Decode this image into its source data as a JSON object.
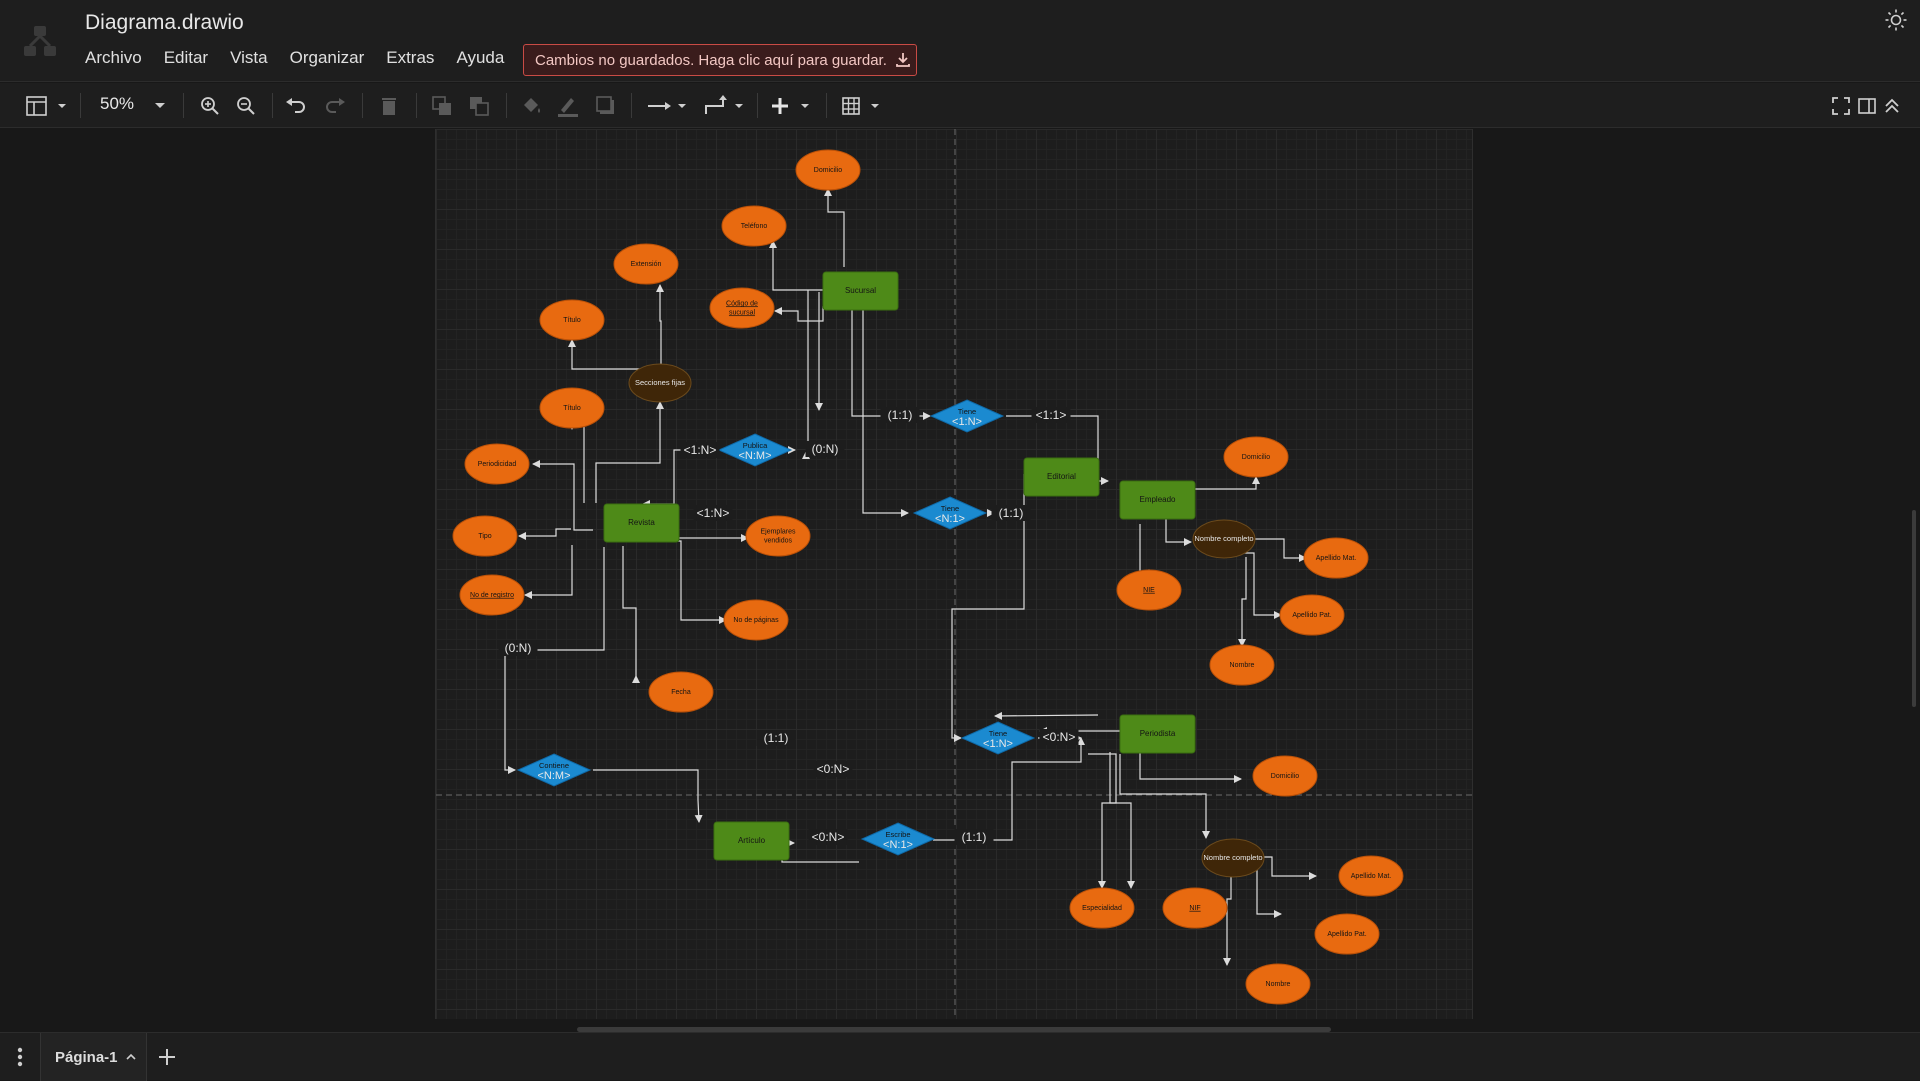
{
  "app": {
    "title": "Diagrama.drawio",
    "menu": [
      "Archivo",
      "Editar",
      "Vista",
      "Organizar",
      "Extras",
      "Ayuda"
    ],
    "save_banner": "Cambios no guardados. Haga clic aquí para guardar."
  },
  "toolbar": {
    "zoom": "50%",
    "icons": [
      "format-panel-icon",
      "zoom-in-icon",
      "zoom-out-icon",
      "undo-icon",
      "redo-icon",
      "delete-icon",
      "to-front-icon",
      "to-back-icon",
      "fill-color-icon",
      "line-color-icon",
      "shadow-icon",
      "connection-icon",
      "waypoints-icon",
      "insert-icon",
      "table-icon",
      "fullscreen-icon",
      "sidebar-icon",
      "collapse-icon"
    ]
  },
  "footer": {
    "page_tab": "Página-1"
  },
  "colors": {
    "entity": "#4e8a18",
    "attribute": "#e86a10",
    "composite": "#3f2608",
    "relation": "#1b8ad0",
    "edge": "#dcdcdc",
    "banner_border": "#c94b45"
  },
  "diagram": {
    "entities": [
      {
        "id": "sucursal",
        "label": "Sucursal"
      },
      {
        "id": "revista",
        "label": "Revista"
      },
      {
        "id": "editorial",
        "label": "Editorial"
      },
      {
        "id": "empleado",
        "label": "Empleado"
      },
      {
        "id": "periodista",
        "label": "Periodista"
      },
      {
        "id": "articulo",
        "label": "Artículo"
      }
    ],
    "attributes": [
      {
        "id": "suc_domicilio",
        "label": "Domicilio"
      },
      {
        "id": "suc_telefono",
        "label": "Teléfono"
      },
      {
        "id": "suc_codigo",
        "label": "Código de sucursal",
        "key": true
      },
      {
        "id": "sec_extension",
        "label": "Extensión"
      },
      {
        "id": "sec_titulo",
        "label": "Título"
      },
      {
        "id": "rev_titulo",
        "label": "Título"
      },
      {
        "id": "rev_periodicidad",
        "label": "Periodicidad"
      },
      {
        "id": "rev_tipo",
        "label": "Tipo"
      },
      {
        "id": "rev_registro",
        "label": "No de registro",
        "key": true
      },
      {
        "id": "rev_ejemplares",
        "label": "Ejemplares vendidos"
      },
      {
        "id": "rev_paginas",
        "label": "No de páginas"
      },
      {
        "id": "rev_fecha",
        "label": "Fecha"
      },
      {
        "id": "emp_domicilio",
        "label": "Domicilio"
      },
      {
        "id": "emp_nie",
        "label": "NIE",
        "key": true
      },
      {
        "id": "emp_apmat",
        "label": "Apellido Mat."
      },
      {
        "id": "emp_appat",
        "label": "Apellido Pat."
      },
      {
        "id": "emp_nombre",
        "label": "Nombre"
      },
      {
        "id": "per_domicilio",
        "label": "Domicilio"
      },
      {
        "id": "per_especialidad",
        "label": "Especialidad"
      },
      {
        "id": "per_nif",
        "label": "NIF",
        "key": true
      },
      {
        "id": "per_apmat",
        "label": "Apellido Mat."
      },
      {
        "id": "per_appat",
        "label": "Apellido Pat."
      },
      {
        "id": "per_nombre",
        "label": "Nombre"
      }
    ],
    "composites": [
      {
        "id": "secciones",
        "label": "Secciones fijas"
      },
      {
        "id": "emp_nombrecompleto",
        "label": "Nombre completo"
      },
      {
        "id": "per_nombrecompleto",
        "label": "Nombre completo"
      }
    ],
    "relations": [
      {
        "id": "tiene1",
        "label": "Tiene",
        "card": "<1:N>"
      },
      {
        "id": "publica",
        "label": "Publica",
        "card": "<N:M>"
      },
      {
        "id": "tiene2",
        "label": "Tiene",
        "card": "<N:1>"
      },
      {
        "id": "tiene3",
        "label": "Tiene",
        "card": "<1:N>"
      },
      {
        "id": "contiene",
        "label": "Contiene",
        "card": "<N:M>"
      },
      {
        "id": "escribe",
        "label": "Escribe",
        "card": "<N:1>"
      }
    ],
    "edge_labels": [
      "(1:1)",
      "<1:1>",
      "<1:N>",
      "(0:N)",
      "<1:N>",
      "(1:1)",
      "(0:N)",
      "(1:1)",
      "<0:N>",
      "<0:N>",
      "<0:N>",
      "(1:1)"
    ]
  }
}
